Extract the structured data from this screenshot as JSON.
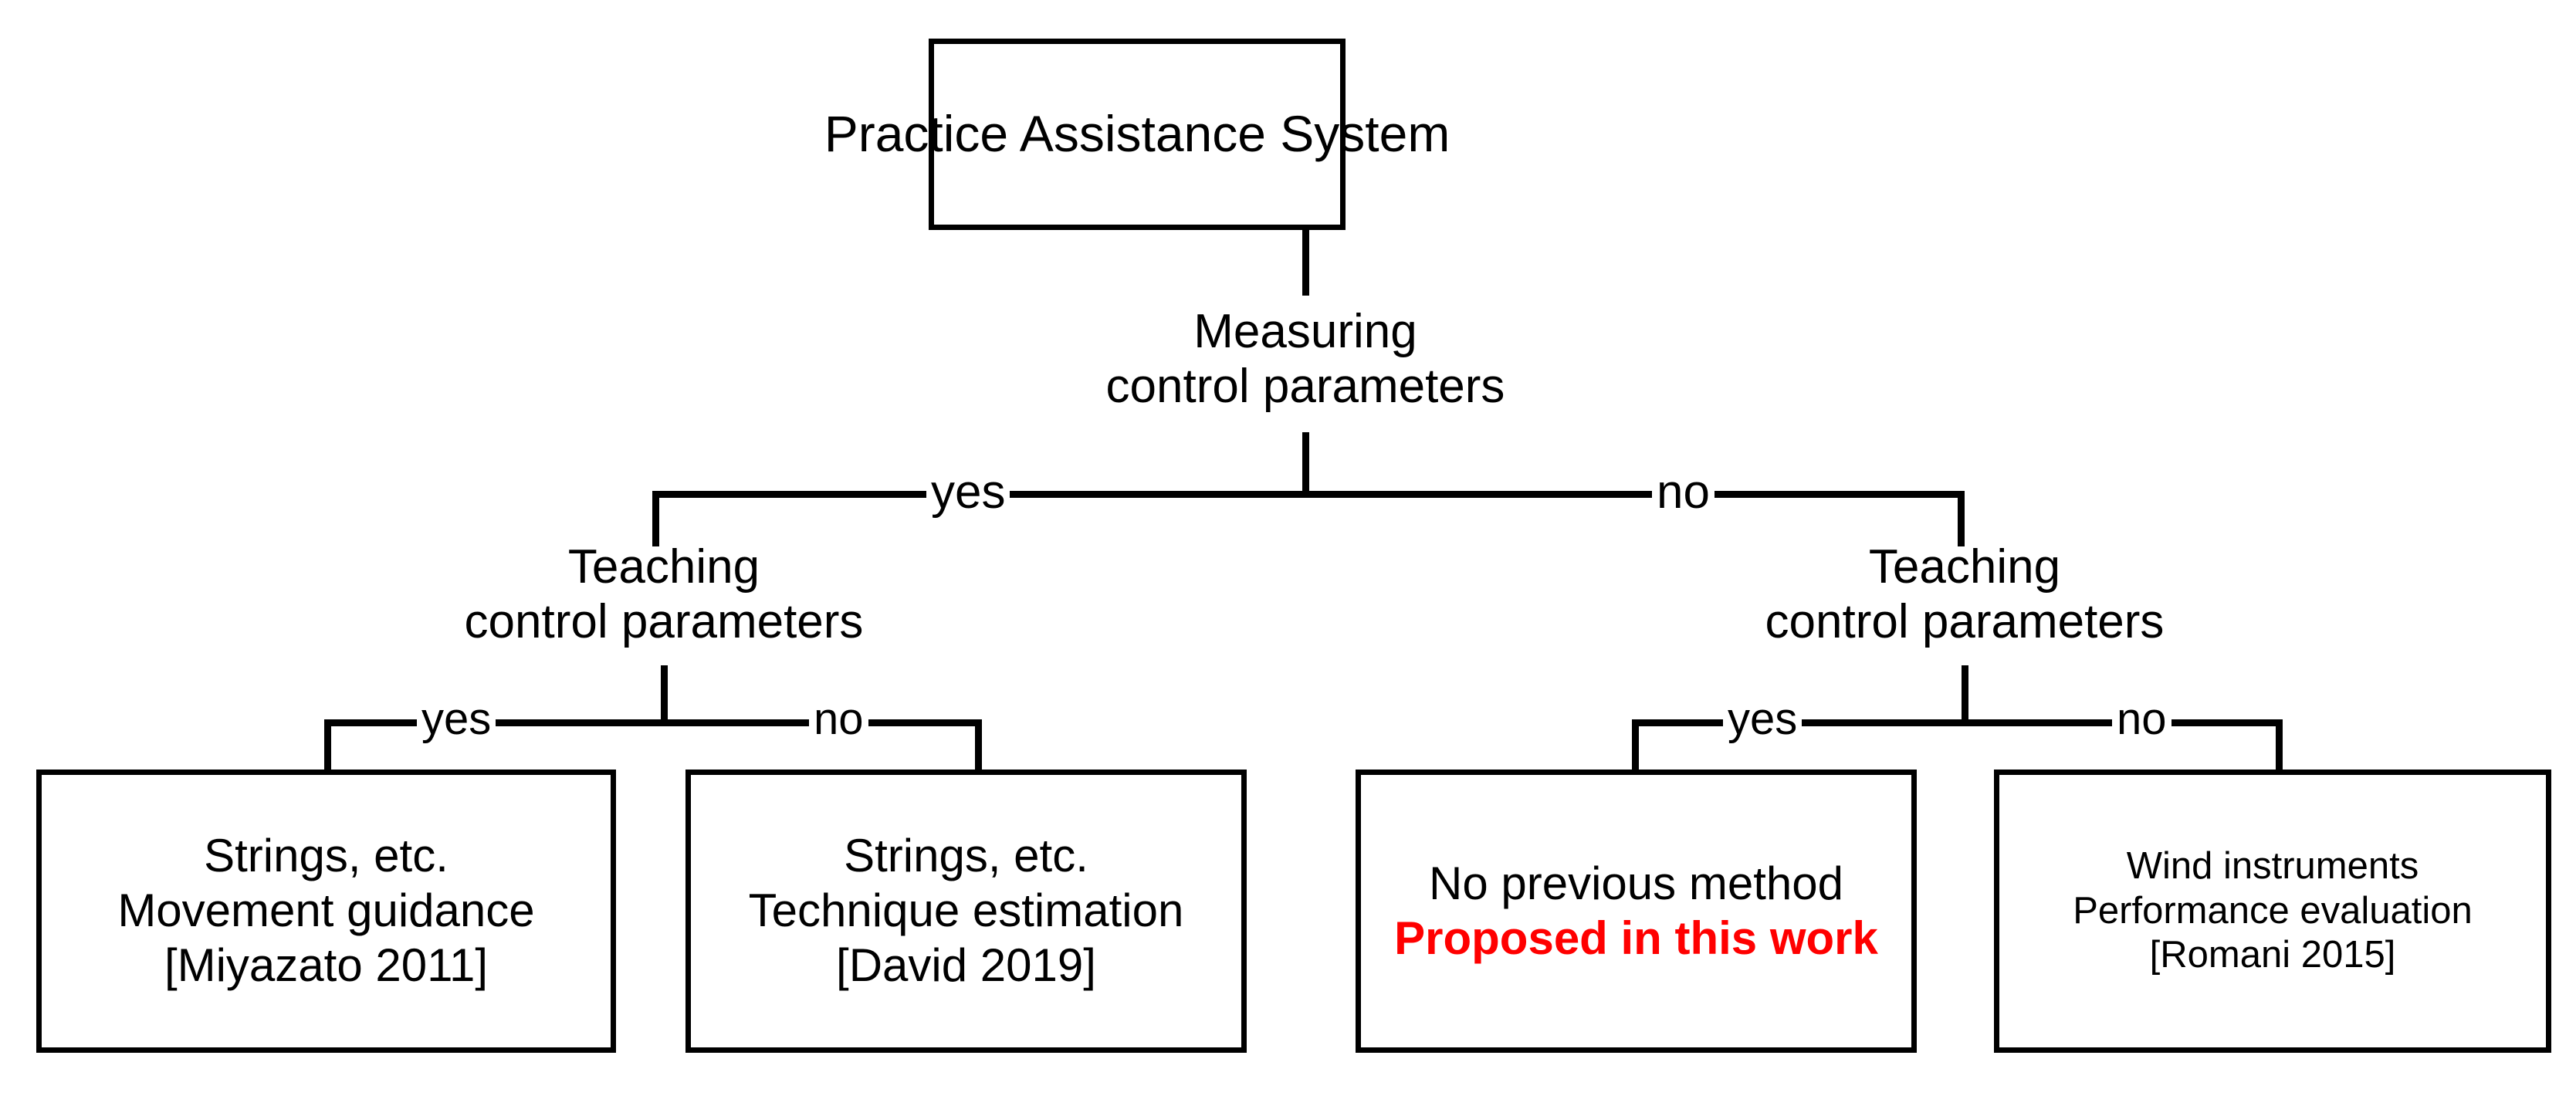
{
  "diagram": {
    "title": "Practice Assistance System classification tree",
    "root": {
      "label": "Practice Assistance System"
    },
    "decisions": [
      {
        "id": "measuring",
        "line1": "Measuring",
        "line2": "control parameters",
        "yes_label": "yes",
        "no_label": "no"
      },
      {
        "id": "teaching-left",
        "line1": "Teaching",
        "line2": "control parameters",
        "yes_label": "yes",
        "no_label": "no"
      },
      {
        "id": "teaching-right",
        "line1": "Teaching",
        "line2": "control parameters",
        "yes_label": "yes",
        "no_label": "no"
      }
    ],
    "leaves": [
      {
        "id": "strings-movement-guidance",
        "line1": "Strings, etc.",
        "line2": "Movement guidance",
        "line3": "[Miyazato 2011]",
        "highlight": false
      },
      {
        "id": "strings-technique-estimation",
        "line1": "Strings, etc.",
        "line2": "Technique estimation",
        "line3": "[David 2019]",
        "highlight": false
      },
      {
        "id": "no-previous-method",
        "line1": "No previous method",
        "line2": "Proposed in this work",
        "line3": "",
        "highlight": true
      },
      {
        "id": "wind-performance-evaluation",
        "line1": "Wind instruments",
        "line2": "Performance evaluation",
        "line3": "[Romani 2015]",
        "highlight": false
      }
    ],
    "colors": {
      "line": "#000000",
      "text": "#000000",
      "highlight": "#ff0000",
      "background": "#ffffff"
    }
  }
}
